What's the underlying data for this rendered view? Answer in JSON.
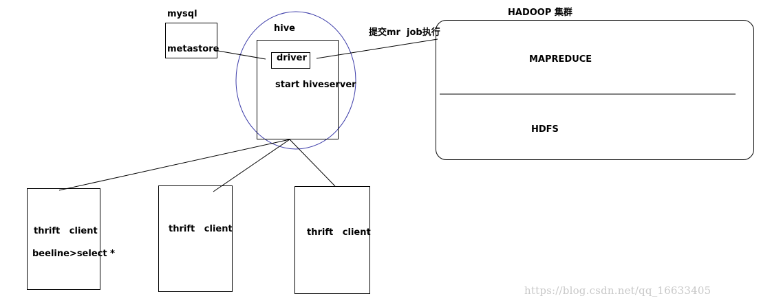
{
  "mysql": {
    "title": "mysql",
    "metastore": "metastore"
  },
  "hive": {
    "title": "hive",
    "driver": "driver",
    "hiveserver": "start hiveserver",
    "ring_color": "#3a3aa8"
  },
  "submit_edge": {
    "label": "提交mr  job执行"
  },
  "hadoop": {
    "title": "HADOOP 集群",
    "mapreduce": "MAPREDUCE",
    "hdfs": "HDFS"
  },
  "clients": [
    {
      "label": "thrift   client",
      "command": "beeline>select *"
    },
    {
      "label": "thrift   client"
    },
    {
      "label": "thrift   client"
    }
  ],
  "watermark": "https://blog.csdn.net/qq_16633405"
}
